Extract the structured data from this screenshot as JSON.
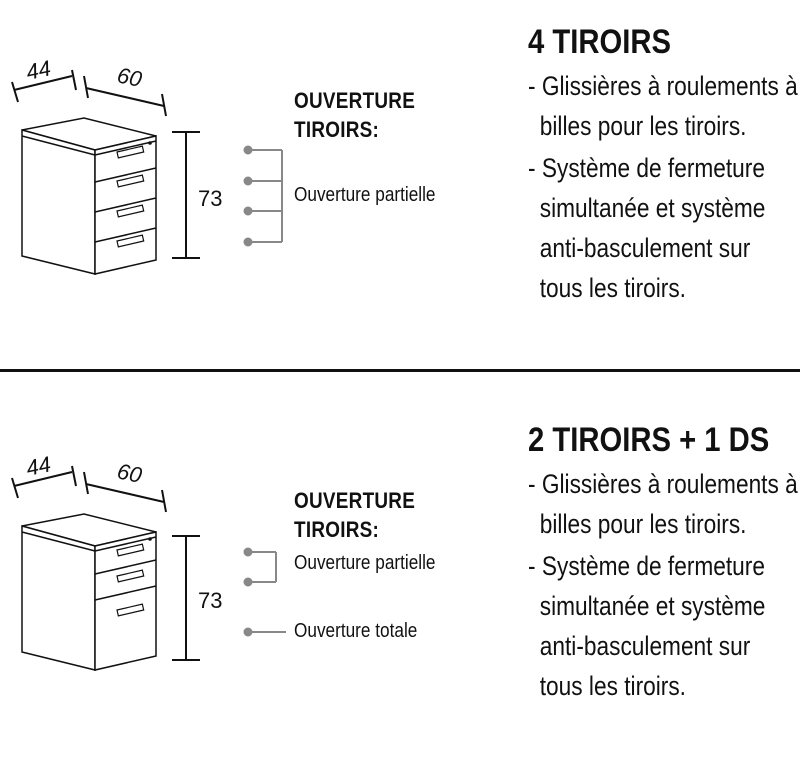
{
  "sections": [
    {
      "heading": "4 TIROIRS",
      "dimensions": {
        "depth": "44",
        "width": "60",
        "height": "73"
      },
      "opening_label_line1": "OUVERTURE",
      "opening_label_line2": "TIROIRS:",
      "openings": [
        "Ouverture partielle"
      ],
      "bullet1": [
        "- Glissières à roulements à",
        "billes pour les tiroirs."
      ],
      "bullet2": [
        "- Système de fermeture",
        "simultanée et système",
        "anti-basculement sur",
        "tous  les tiroirs."
      ]
    },
    {
      "heading": "2 TIROIRS + 1 DS",
      "dimensions": {
        "depth": "44",
        "width": "60",
        "height": "73"
      },
      "opening_label_line1": "OUVERTURE",
      "opening_label_line2": "TIROIRS:",
      "openings": [
        "Ouverture partielle",
        "Ouverture totale"
      ],
      "bullet1": [
        "- Glissières à roulements à",
        "billes pour les tiroirs."
      ],
      "bullet2": [
        "- Système de fermeture",
        "simultanée et système",
        "anti-basculement sur",
        "tous  les tiroirs."
      ]
    }
  ],
  "colors": {
    "line": "#111111",
    "connector": "#888888"
  }
}
